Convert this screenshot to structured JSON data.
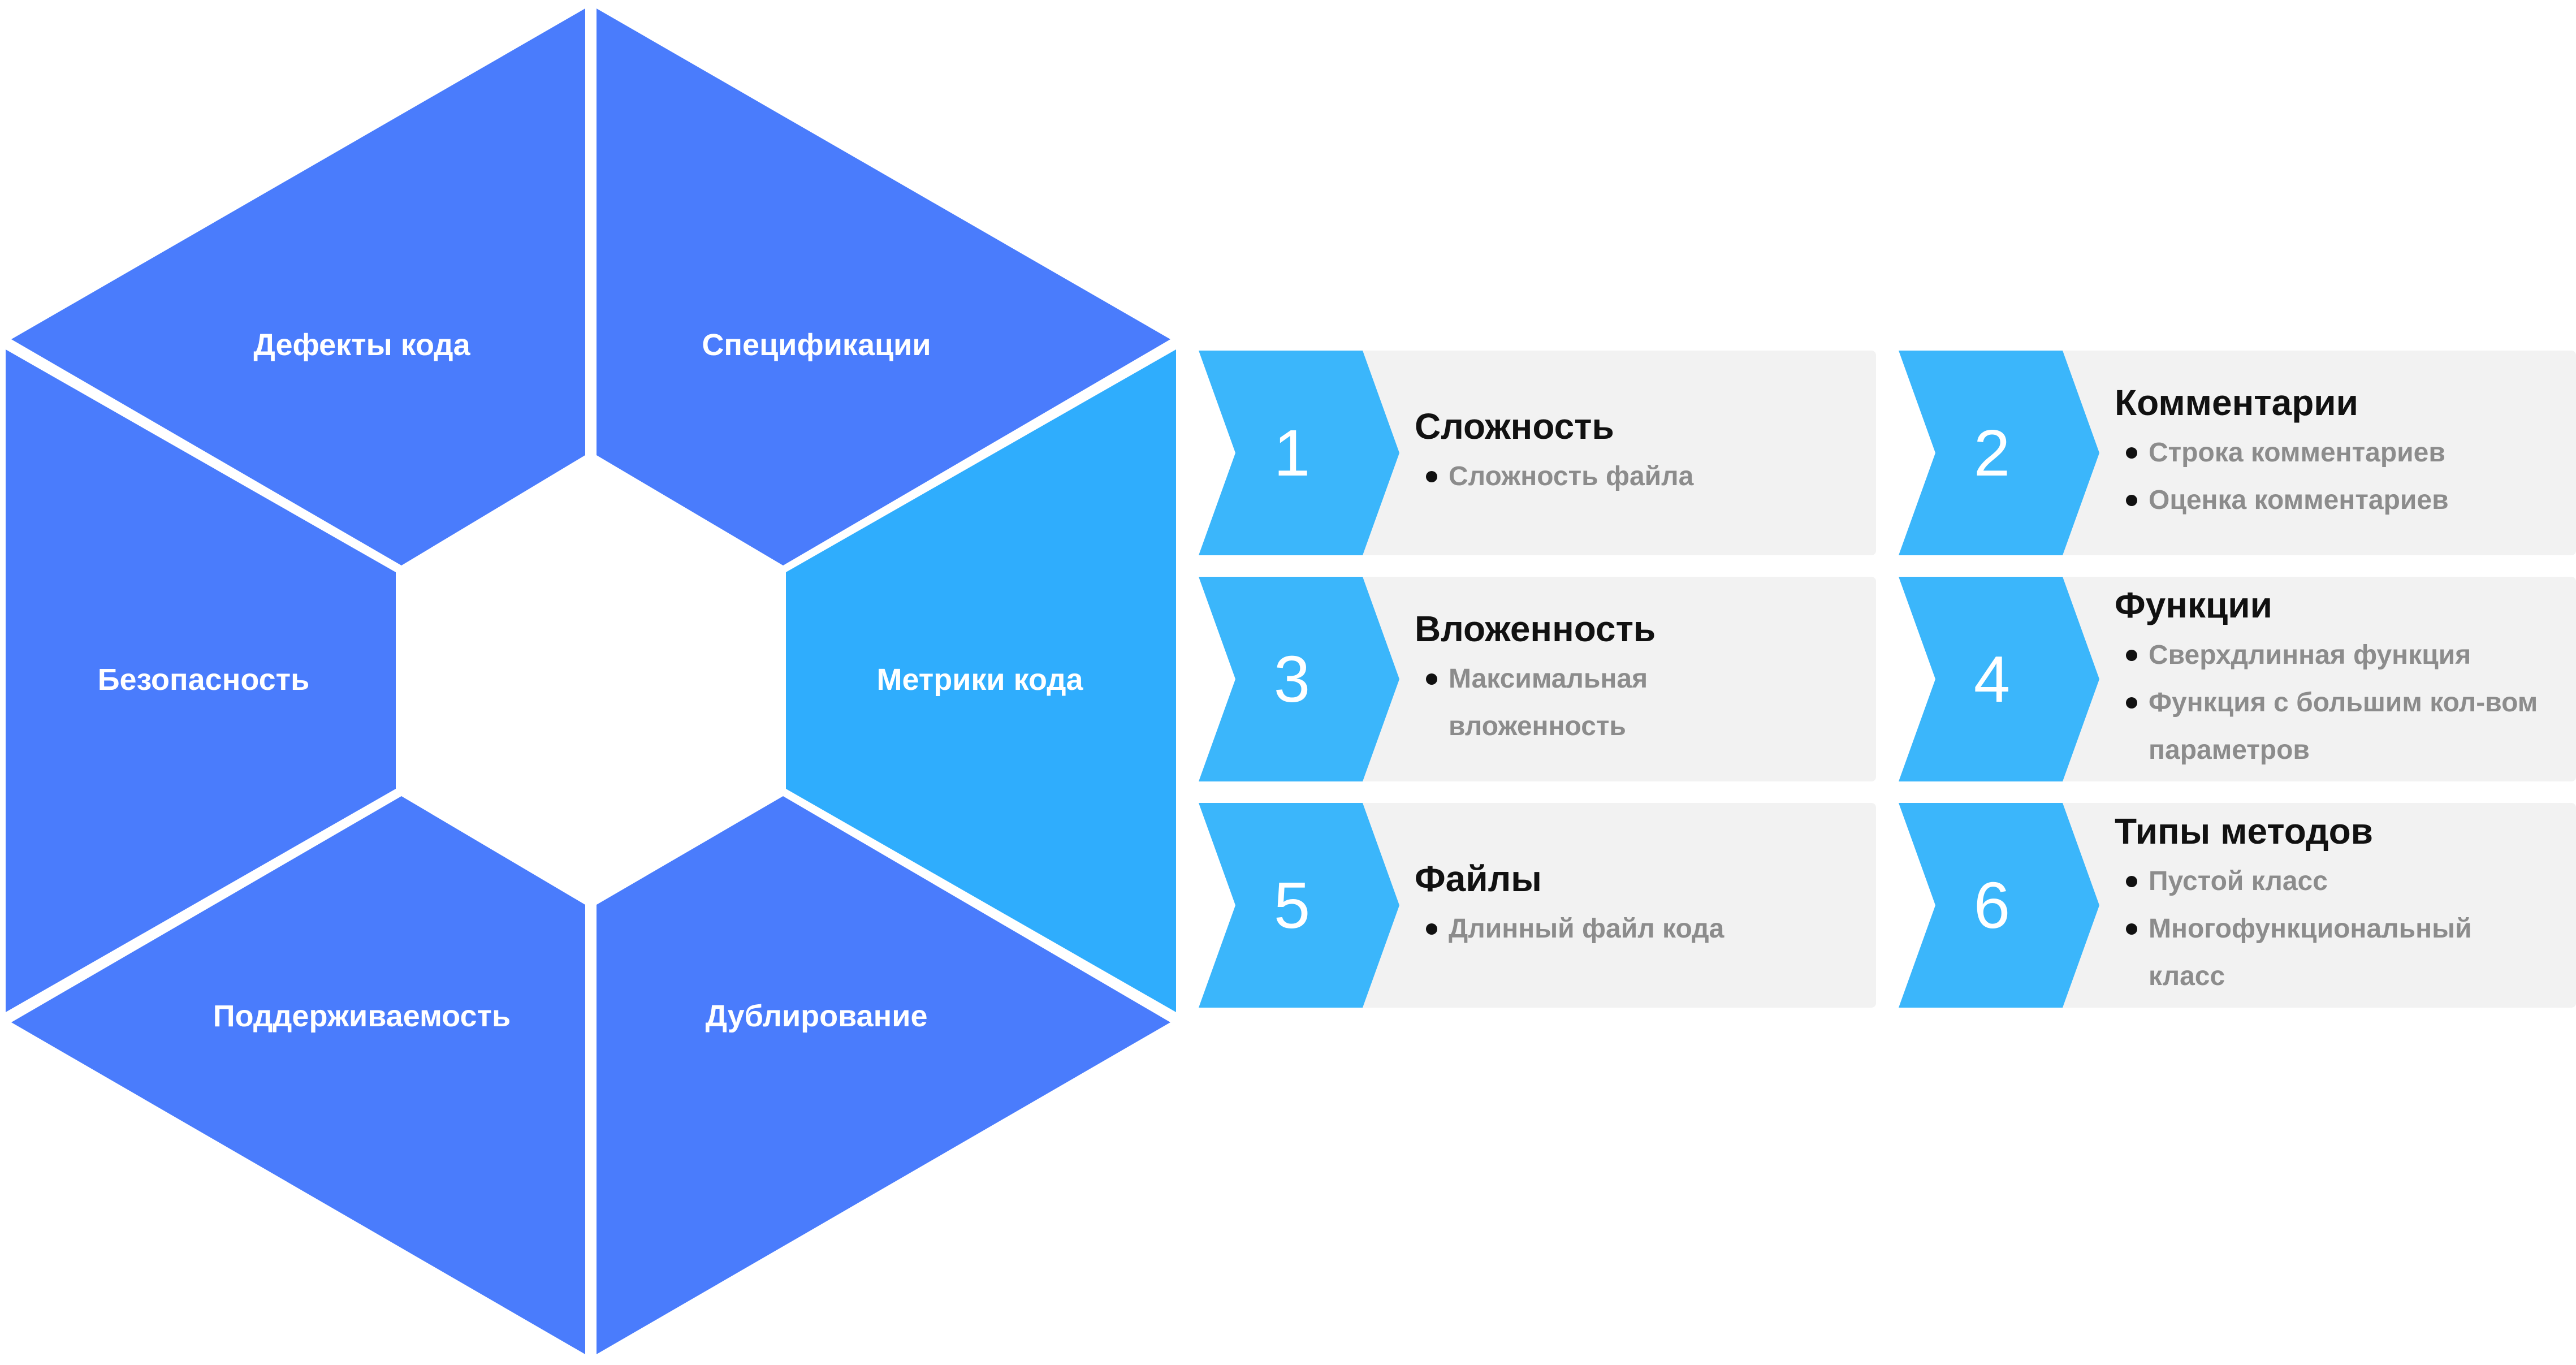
{
  "colors": {
    "segment_blue": "#4a7cfc",
    "segment_highlight": "#2fadfd",
    "chevron": "#3bb6fb",
    "panel": "#f2f2f2",
    "title_text": "#111111",
    "item_text": "#8c8c8c"
  },
  "hexagon": {
    "segments": [
      {
        "label": "Дефекты кода"
      },
      {
        "label": "Спецификации"
      },
      {
        "label": "Безопасность"
      },
      {
        "label": "Метрики кода"
      },
      {
        "label": "Поддерживаемость"
      },
      {
        "label": "Дублирование"
      }
    ]
  },
  "cards": [
    {
      "number": "1",
      "title": "Сложность",
      "items": [
        "Сложность файла"
      ]
    },
    {
      "number": "2",
      "title": "Комментарии",
      "items": [
        "Строка комментариев",
        "Оценка комментариев"
      ]
    },
    {
      "number": "3",
      "title": "Вложенность",
      "items": [
        "Максимальная вложенность"
      ]
    },
    {
      "number": "4",
      "title": "Функции",
      "items": [
        "Сверхдлинная функция",
        "Функция с большим кол-вом параметров"
      ]
    },
    {
      "number": "5",
      "title": "Файлы",
      "items": [
        "Длинный файл кода"
      ]
    },
    {
      "number": "6",
      "title": "Типы методов",
      "items": [
        "Пустой класс",
        "Многофункциональный класс"
      ]
    }
  ]
}
